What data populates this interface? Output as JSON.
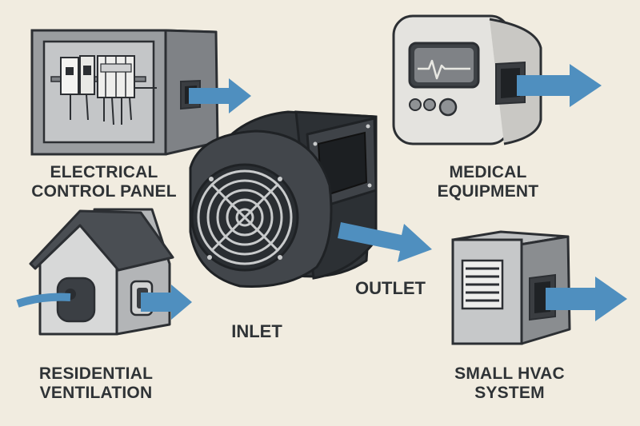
{
  "diagram": {
    "center": {
      "name": "Centrifugal blower",
      "inlet_label": "INLET",
      "outlet_label": "OUTLET"
    },
    "applications": [
      {
        "id": "electrical",
        "lines": [
          "ELECTRICAL",
          "CONTROL PANEL"
        ]
      },
      {
        "id": "medical",
        "lines": [
          "MEDICAL",
          "EQUIPMENT"
        ]
      },
      {
        "id": "residential",
        "lines": [
          "RESIDENTIAL",
          "VENTILATION"
        ]
      },
      {
        "id": "hvac",
        "lines": [
          "SMALL HVAC",
          "SYSTEM"
        ]
      }
    ]
  },
  "colors": {
    "background": "#f1ece0",
    "outline": "#2c2f33",
    "box_gray": "#8f9295",
    "box_light": "#c9cbcc",
    "blower_dark": "#3b3f44",
    "airflow_arrow": "#4f8fbf",
    "text": "#2f3336"
  },
  "icons": [
    "control-panel-icon",
    "medical-monitor-icon",
    "house-icon",
    "hvac-unit-icon",
    "blower-fan-icon",
    "airflow-arrow-icon"
  ]
}
